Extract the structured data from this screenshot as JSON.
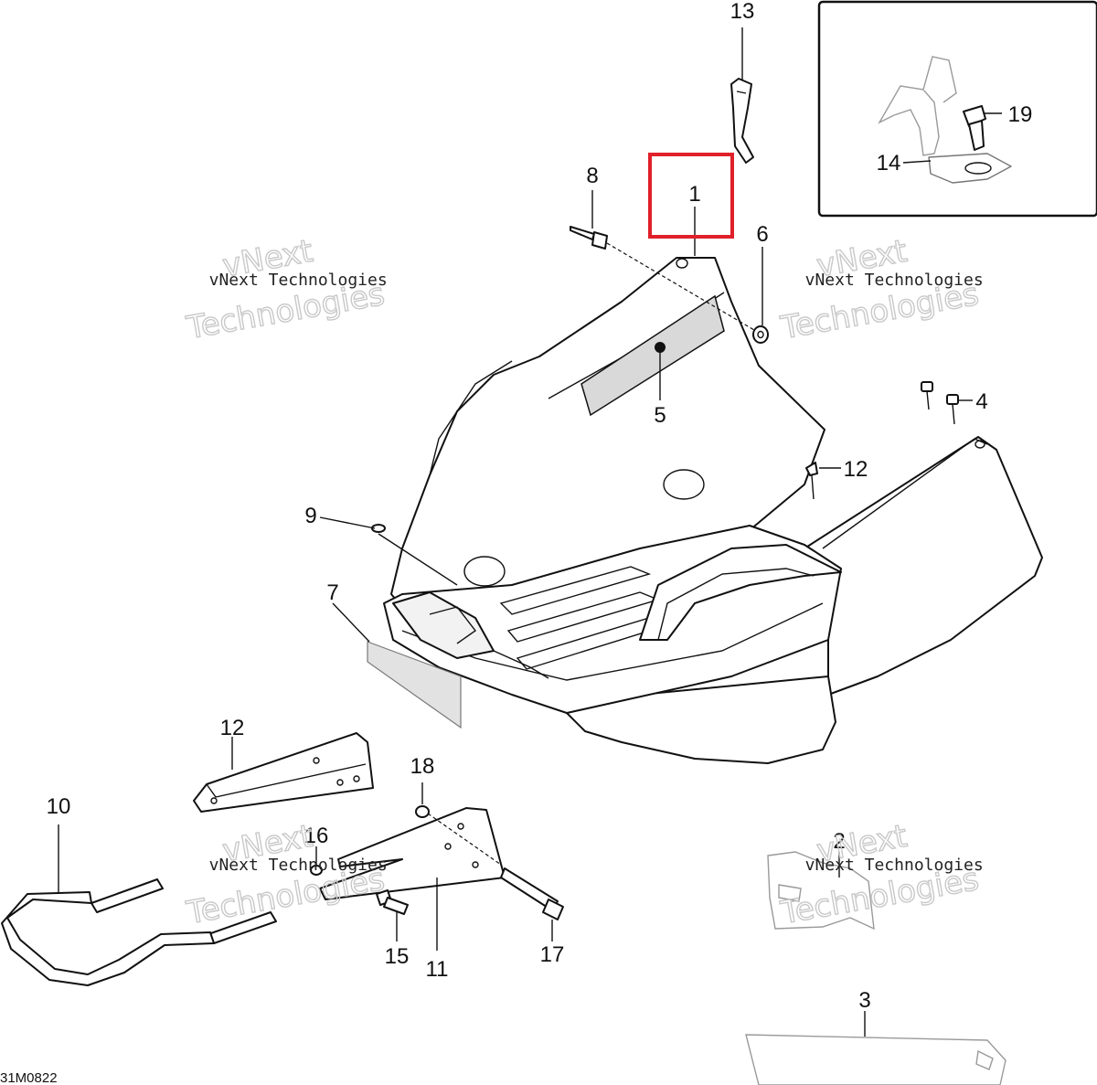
{
  "callouts": [
    {
      "id": "1",
      "text": "1"
    },
    {
      "id": "2",
      "text": "2"
    },
    {
      "id": "3",
      "text": "3"
    },
    {
      "id": "4",
      "text": "4"
    },
    {
      "id": "5",
      "text": "5"
    },
    {
      "id": "6",
      "text": "6"
    },
    {
      "id": "7",
      "text": "7"
    },
    {
      "id": "8",
      "text": "8"
    },
    {
      "id": "9",
      "text": "9"
    },
    {
      "id": "10",
      "text": "10"
    },
    {
      "id": "11",
      "text": "11"
    },
    {
      "id": "12a",
      "text": "12"
    },
    {
      "id": "12b",
      "text": "12"
    },
    {
      "id": "13",
      "text": "13"
    },
    {
      "id": "14",
      "text": "14"
    },
    {
      "id": "15",
      "text": "15"
    },
    {
      "id": "16",
      "text": "16"
    },
    {
      "id": "17",
      "text": "17"
    },
    {
      "id": "18",
      "text": "18"
    },
    {
      "id": "19",
      "text": "19"
    }
  ],
  "watermark": {
    "line1": "vNext Technologies",
    "line2": "vNext",
    "line3": "Technologies"
  },
  "diagram_code": "31M0822",
  "highlight_color": "#e0202a"
}
